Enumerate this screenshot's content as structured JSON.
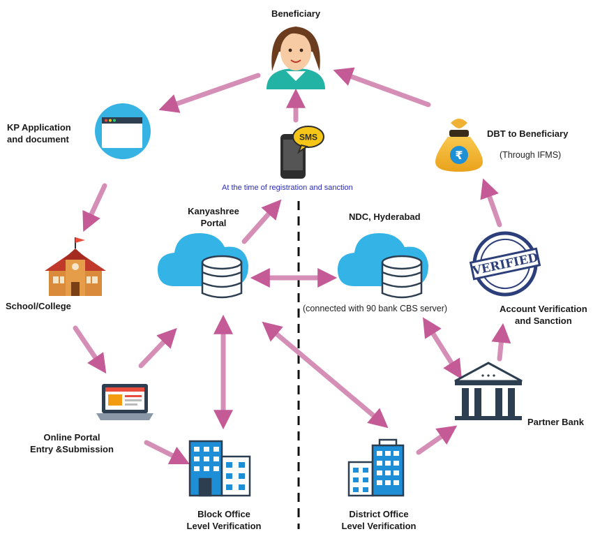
{
  "nodes": {
    "beneficiary": "Beneficiary",
    "kp_application": [
      "KP Application",
      "and document"
    ],
    "sms_badge": "SMS",
    "sms_note": "At the time of registration and sanction",
    "dbt": "DBT to Beneficiary",
    "dbt_sub": "(Through IFMS)",
    "kanyashree": [
      "Kanyashree",
      "Portal"
    ],
    "ndc": "NDC, Hyderabad",
    "ndc_sub": "(connected with 90 bank CBS server)",
    "school": "School/College",
    "account": [
      "Account Verification",
      "and Sanction"
    ],
    "verified_stamp": "VERIFIED",
    "online_portal": [
      "Online Portal",
      "Entry &Submission"
    ],
    "partner_bank": "Partner Bank",
    "block_office": [
      "Block Office",
      "Level Verification"
    ],
    "district_office": [
      "District Office",
      "Level Verification"
    ]
  },
  "colors": {
    "arrow": "#d58fb6",
    "arrow_dark": "#c45a96",
    "cloud": "#33b3e6",
    "building": "#1e8fd6",
    "dark": "#2d3e50"
  }
}
